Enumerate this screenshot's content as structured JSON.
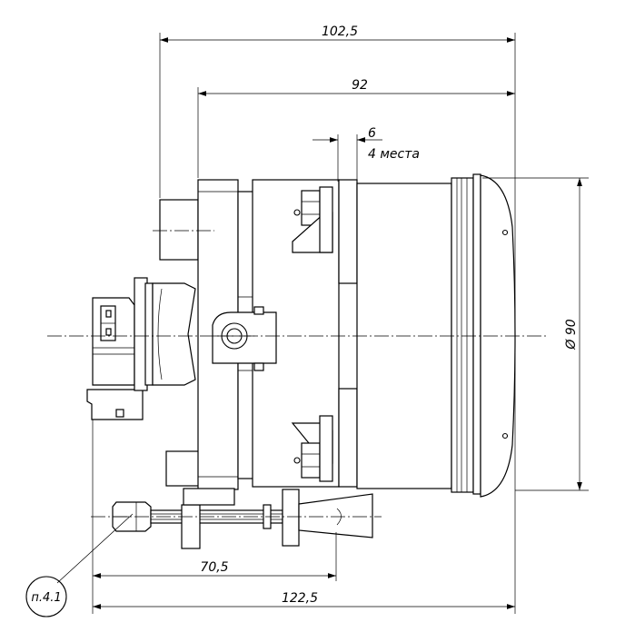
{
  "dimensions": {
    "overall_front": "102,5",
    "body_length": "92",
    "flange_width": "6",
    "flange_places": "4 места",
    "diameter": "Ø 90",
    "lower_short": "70,5",
    "overall_total": "122,5"
  },
  "callout": {
    "label": "п.4.1"
  },
  "colors": {
    "line": "#000000",
    "background": "#ffffff"
  }
}
